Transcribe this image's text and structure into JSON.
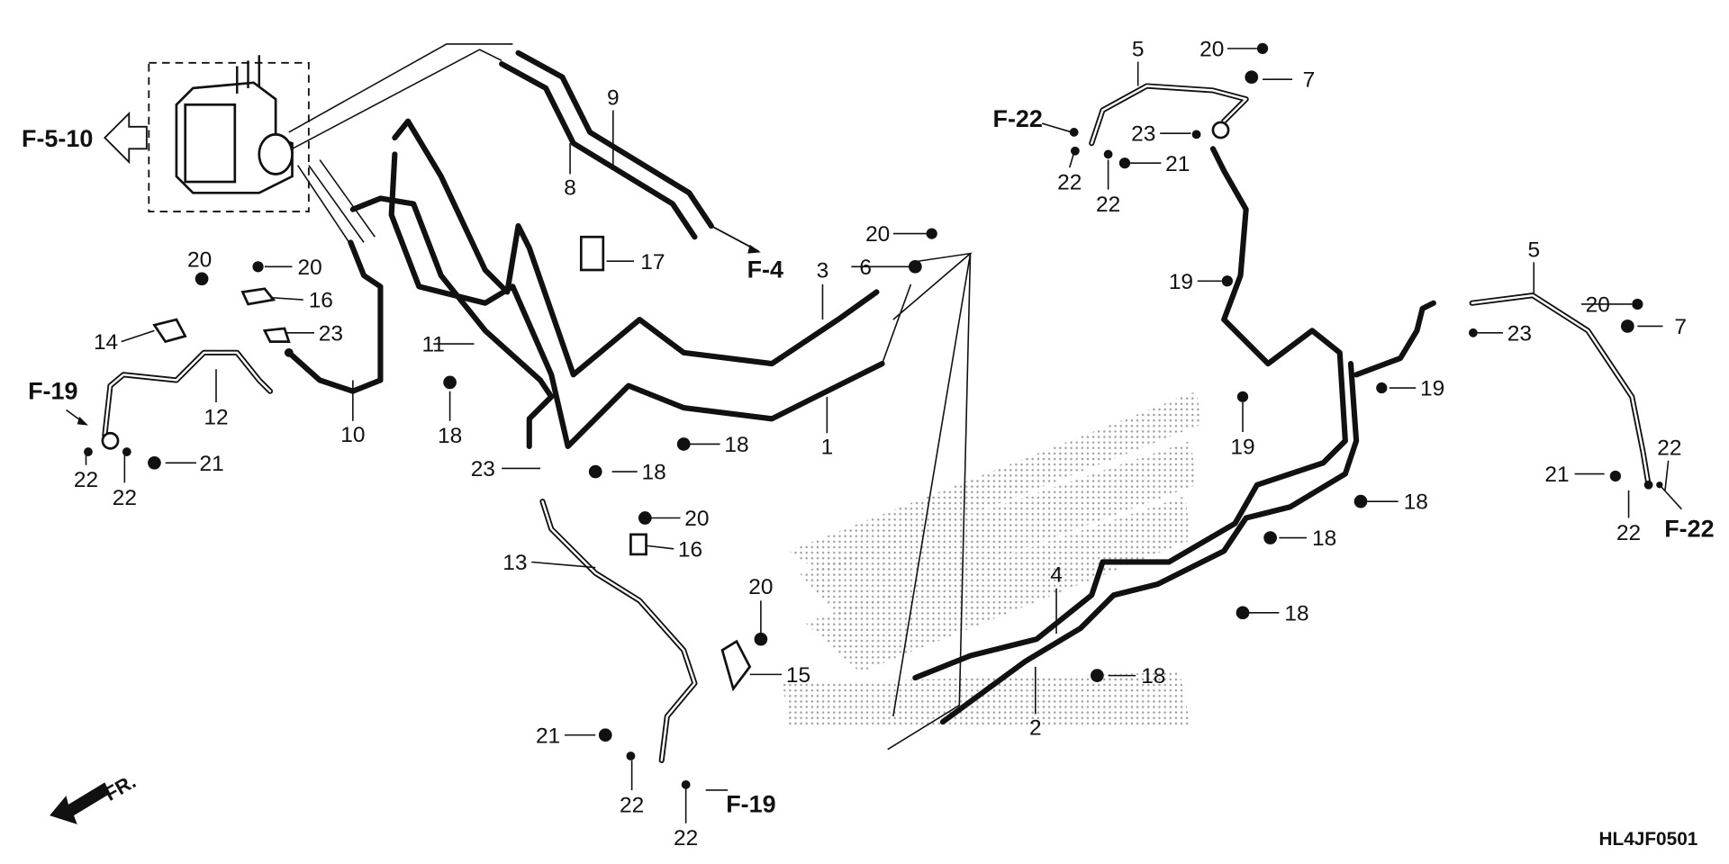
{
  "diagram": {
    "code": "HL4JF0501",
    "front_marker": "FR.",
    "references": {
      "f5_10": "F-5-10",
      "f4": "F-4",
      "f19": "F-19",
      "f22": "F-22"
    },
    "parts": {
      "p1": "1",
      "p2": "2",
      "p3": "3",
      "p4": "4",
      "p5": "5",
      "p6": "6",
      "p7": "7",
      "p8": "8",
      "p9": "9",
      "p10": "10",
      "p11": "11",
      "p12": "12",
      "p13": "13",
      "p14": "14",
      "p15": "15",
      "p16": "16",
      "p17": "17",
      "p18": "18",
      "p19": "19",
      "p20": "20",
      "p21": "21",
      "p22": "22",
      "p23": "23"
    }
  }
}
